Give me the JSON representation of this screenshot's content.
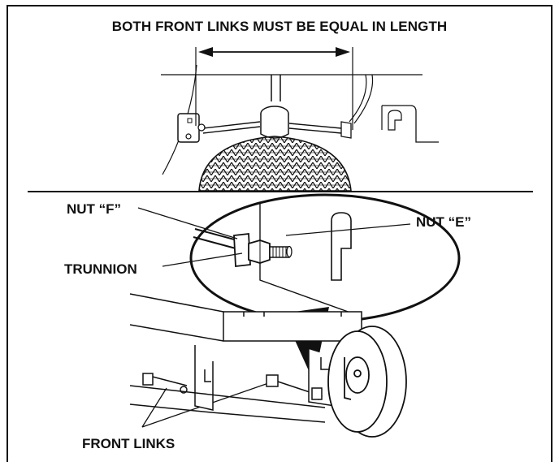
{
  "figure": {
    "title": "BOTH FRONT LINKS MUST BE EQUAL IN LENGTH",
    "labels": {
      "nut_f": "NUT “F”",
      "nut_e": "NUT “E”",
      "trunnion": "TRUNNION",
      "front_links": "FRONT LINKS"
    }
  }
}
